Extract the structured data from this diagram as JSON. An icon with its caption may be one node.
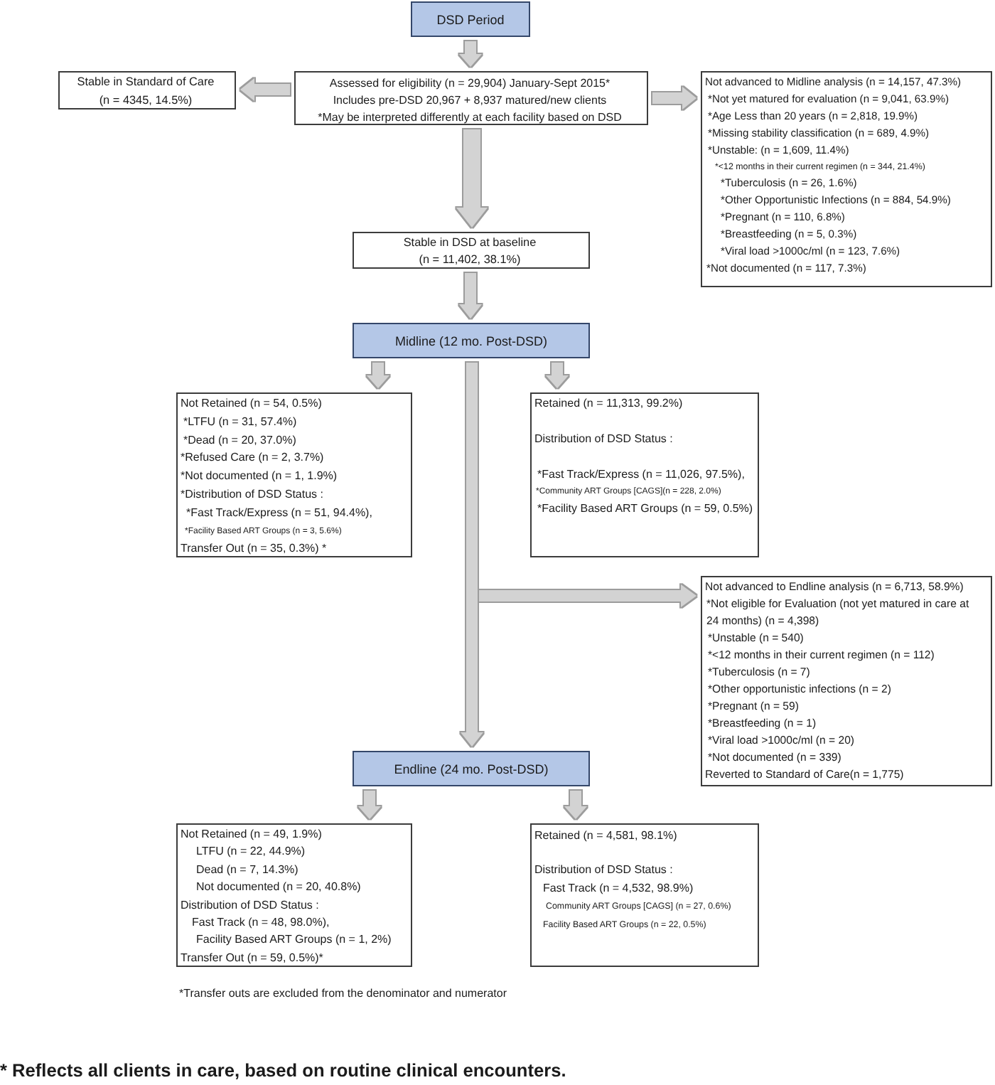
{
  "diagram": {
    "nodes": [
      {
        "text": [
          "DSD Period"
        ]
      },
      {
        "text": [
          "Assessed for eligibility (n = 29,904) January-Sept 2015*",
          "Includes pre-DSD 20,967 + 8,937 matured/new clients",
          "*May be interpreted differently at each facility based on DSD"
        ]
      },
      {
        "text": [
          "Stable in Standard of Care",
          "(n = 4345, 14.5%)"
        ]
      },
      {
        "text": [
          "Not advanced to Midline analysis (n = 14,157, 47.3%)",
          "*Not yet matured for evaluation (n = 9,041, 63.9%)",
          "*Age Less than 20 years (n = 2,818, 19.9%)",
          "*Missing stability classification (n = 689, 4.9%)",
          "*Unstable: (n = 1,609, 11.4%)",
          "*<12 months in their current regimen (n = 344, 21.4%)",
          "*Tuberculosis (n = 26, 1.6%)",
          "*Other Opportunistic Infections (n = 884, 54.9%)",
          "*Pregnant (n = 110, 6.8%)",
          "*Breastfeeding (n = 5, 0.3%)",
          "*Viral load >1000c/ml (n = 123, 7.6%)",
          "*Not documented (n = 117, 7.3%)"
        ]
      },
      {
        "text": [
          "Stable in DSD at baseline",
          "(n = 11,402, 38.1%)"
        ]
      },
      {
        "text": [
          "Midline (12 mo. Post-DSD)"
        ]
      },
      {
        "text": [
          "Not Retained (n = 54, 0.5%)",
          "*LTFU (n = 31, 57.4%)",
          "*Dead (n = 20, 37.0%)",
          "*Refused Care (n = 2, 3.7%)",
          "*Not documented (n = 1, 1.9%)",
          "*Distribution of DSD Status :",
          "*Fast Track/Express (n = 51, 94.4%),",
          "*Facility Based ART Groups (n = 3, 5.6%)",
          "Transfer Out (n = 35, 0.3%) *"
        ]
      },
      {
        "text": [
          "Retained (n = 11,313, 99.2%)",
          "Distribution of DSD Status :",
          "*Fast Track/Express (n = 11,026, 97.5%),",
          "*Community ART Groups [CAGS](n = 228, 2.0%)",
          "*Facility Based ART Groups (n = 59, 0.5%)"
        ]
      },
      {
        "text": [
          "Not advanced to Endline analysis (n = 6,713, 58.9%)",
          "*Not eligible for Evaluation (not yet matured in care at 24 months) (n = 4,398)",
          "*Unstable (n = 540)",
          "*<12 months in their current regimen (n = 112)",
          "*Tuberculosis (n = 7)",
          "*Other opportunistic infections (n = 2)",
          "*Pregnant (n = 59)",
          "*Breastfeeding (n = 1)",
          "*Viral load >1000c/ml (n = 20)",
          "*Not documented (n = 339)",
          "Reverted to Standard of Care(n = 1,775)"
        ]
      },
      {
        "text": [
          "Endline (24 mo. Post-DSD)"
        ]
      },
      {
        "text": [
          "Not Retained (n = 49, 1.9%)",
          "LTFU (n = 22, 44.9%)",
          "Dead (n = 7, 14.3%)",
          "Not documented (n = 20, 40.8%)",
          "Distribution of DSD Status :",
          "Fast Track (n = 48, 98.0%),",
          "Facility Based ART Groups (n = 1, 2%)",
          "Transfer Out (n = 59, 0.5%)*"
        ]
      },
      {
        "text": [
          "Retained (n = 4,581, 98.1%)",
          "Distribution of DSD Status :",
          "Fast Track (n = 4,532, 98.9%)",
          "Community ART Groups [CAGS] (n = 27, 0.6%)",
          "Facility Based ART Groups (n = 22, 0.5%)"
        ]
      }
    ],
    "edges": [
      {
        "from": 0,
        "to": 1,
        "arrow": "to"
      },
      {
        "from": 1,
        "to": 2,
        "arrow": "to"
      },
      {
        "from": 1,
        "to": 3,
        "arrow": "to"
      },
      {
        "from": 1,
        "to": 4,
        "arrow": "to"
      },
      {
        "from": 4,
        "to": 5,
        "arrow": "to"
      },
      {
        "from": 5,
        "to": 6,
        "arrow": "to"
      },
      {
        "from": 5,
        "to": 7,
        "arrow": "to"
      },
      {
        "from": 5,
        "to": 9,
        "arrow": "to"
      },
      {
        "from": 5,
        "to": 8,
        "arrow": "to"
      },
      {
        "from": 9,
        "to": 10,
        "arrow": "to"
      },
      {
        "from": 9,
        "to": 11,
        "arrow": "to"
      }
    ],
    "labels": [
      "*Transfer outs are excluded from the denominator and numerator",
      "* Reflects all clients in care, based on routine clinical encounters."
    ]
  }
}
